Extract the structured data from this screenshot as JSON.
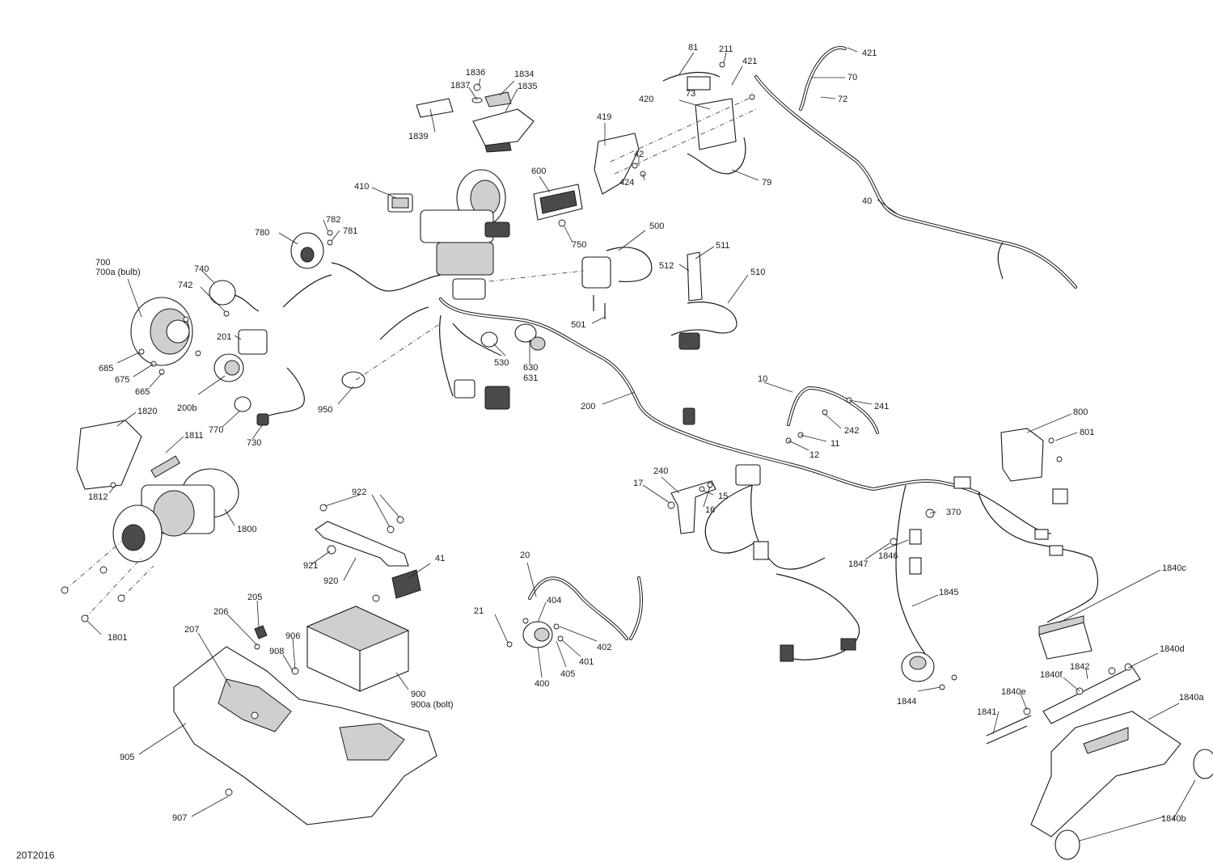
{
  "diagram_code": "20T2016",
  "callouts": {
    "c1836": "1836",
    "c1834": "1834",
    "c1837": "1837",
    "c1835": "1835",
    "c1839": "1839",
    "c81": "81",
    "c211": "211",
    "c421a": "421",
    "c421b": "421",
    "c70": "70",
    "c73": "73",
    "c420": "420",
    "c72": "72",
    "c419": "419",
    "c42": "42",
    "c424": "424",
    "c79": "79",
    "c410": "410",
    "c600": "600",
    "c750": "750",
    "c40": "40",
    "c780": "780",
    "c782": "782",
    "c781": "781",
    "c700": "700",
    "c700a": "700a (bulb)",
    "c740": "740",
    "c742": "742",
    "c201": "201",
    "c685": "685",
    "c675": "675",
    "c665": "665",
    "c200b": "200b",
    "c500": "500",
    "c511": "511",
    "c512": "512",
    "c510": "510",
    "c501": "501",
    "c530": "530",
    "c630": "630",
    "c631": "631",
    "c950": "950",
    "c770": "770",
    "c730": "730",
    "c200": "200",
    "c10": "10",
    "c241": "241",
    "c242": "242",
    "c11": "11",
    "c12": "12",
    "c1820": "1820",
    "c1811": "1811",
    "c1812": "1812",
    "c1800": "1800",
    "c1801": "1801",
    "c922": "922",
    "c921": "921",
    "c920": "920",
    "c41": "41",
    "c240": "240",
    "c17": "17",
    "c15": "15",
    "c16": "16",
    "c800": "800",
    "c801": "801",
    "c370": "370",
    "c1847": "1847",
    "c1846": "1846",
    "c20": "20",
    "c404": "404",
    "c21": "21",
    "c402": "402",
    "c401": "401",
    "c405": "405",
    "c400": "400",
    "c1845": "1845",
    "c1840c": "1840c",
    "c1844": "1844",
    "c205": "205",
    "c206": "206",
    "c207": "207",
    "c906": "906",
    "c908": "908",
    "c900": "900",
    "c900a": "900a (bolt)",
    "c905": "905",
    "c907": "907",
    "c1840d": "1840d",
    "c1840f": "1840f",
    "c1842": "1842",
    "c1840e": "1840e",
    "c1841": "1841",
    "c1840a": "1840a",
    "c1840b": "1840b"
  }
}
